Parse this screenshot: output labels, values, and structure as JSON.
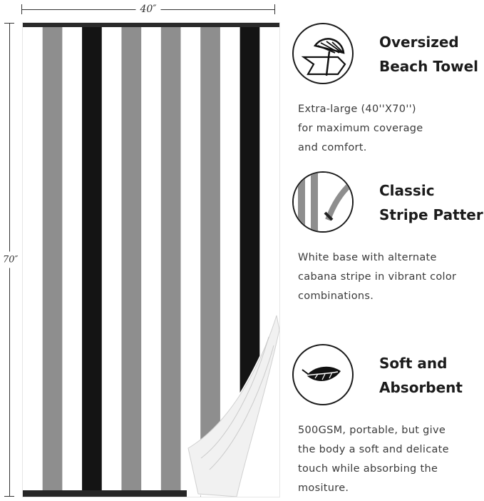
{
  "dimensions": {
    "width": "40″",
    "height": "70″"
  },
  "towel": {
    "colors": {
      "white": "#ffffff",
      "gray": "#8e8e8e",
      "black": "#141414"
    },
    "stripe_pattern": [
      "white",
      "gray",
      "white",
      "black",
      "white",
      "gray",
      "white",
      "gray",
      "white",
      "gray",
      "white",
      "black",
      "white"
    ]
  },
  "features": [
    {
      "icon": "beach-umbrella-icon",
      "title_lines": [
        "Oversized",
        "Beach Towel"
      ],
      "desc_lines": [
        "Extra-large (40''X70'')",
        "for maximum coverage",
        "and comfort."
      ]
    },
    {
      "icon": "stripe-pattern-icon",
      "title_lines": [
        "Classic",
        "Stripe Pattern"
      ],
      "desc_lines": [
        "White base with alternate",
        "cabana stripe in vibrant color",
        "combinations."
      ]
    },
    {
      "icon": "feather-icon",
      "title_lines": [
        "Soft and",
        "Absorbent"
      ],
      "desc_lines": [
        "500GSM, portable, but give",
        "the body a soft and delicate",
        "touch while absorbing the",
        "mositure."
      ]
    }
  ]
}
